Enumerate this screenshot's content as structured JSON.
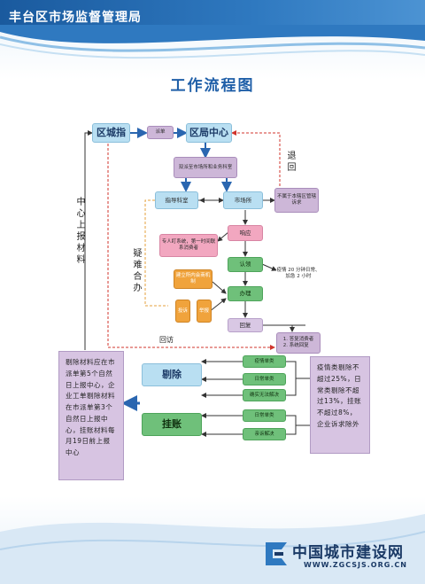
{
  "header": {
    "title": "丰台区市场监督管理局"
  },
  "title": "工作流程图",
  "nodes": {
    "district_cmd": "区城指",
    "dispatch": "派单",
    "bureau_center": "区局中心",
    "dual_office": "双派至市场所和业务科室",
    "guide_office": "指导科室",
    "market_office": "市场所",
    "not_this_unit": "不属于本辖区管辖诉求",
    "respond": "响应",
    "special_system": "专人盯系统，第一时间联系消费者",
    "confirm": "认领",
    "epidemic_time": "疫情 20 分钟日常、加急 2 小时",
    "internal_mech": "建立所内会商机制",
    "complaint": "投诉",
    "report": "举报",
    "handle": "办理",
    "reply": "回复",
    "reply_list": "1. 答复消费者\n2. 系统回复",
    "epi_category": "疫情单类",
    "daily_1": "日常单类",
    "cannot_solve": "确实无法解决",
    "daily_2": "日常单类",
    "sweep": "亲诉解决",
    "remove": "剔除",
    "suspend": "挂账"
  },
  "labels": {
    "return": "退回",
    "difficult": "疑难合办",
    "feedback": "回访",
    "report_up": "中心上报材料"
  },
  "panels": {
    "left": "剔除材料应在市派单第5个自然日上报中心，企业工单剔除材料在市派单第3个自然日上报中心，挂账材料每月19日前上报中心",
    "right": "疫情类剔除不超过25%，日常类剔除不超过13%，挂账不超过8%，企业诉求除外"
  },
  "brand": {
    "name": "中国城市建设网",
    "url": "WWW.ZGCSJS.ORG.CN"
  },
  "colors": {
    "header": "#1a5a9e",
    "title": "#1f5fa8",
    "arrow": "#2a66b0",
    "dashed_red": "#d0342c",
    "dashed_orange": "#e6a23c"
  }
}
